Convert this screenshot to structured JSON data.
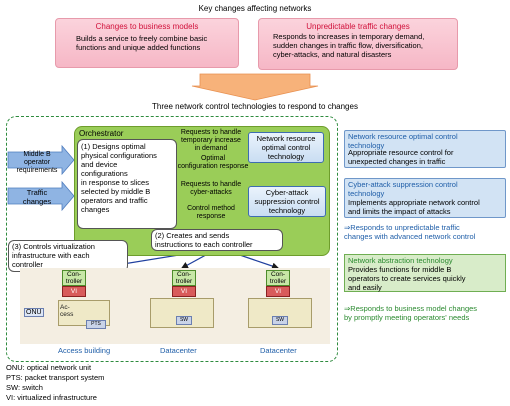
{
  "header": {
    "title": "Key changes affecting networks"
  },
  "changes_business": {
    "title": "Changes to business models",
    "body": "Builds a service to freely combine basic\nfunctions and unique added functions"
  },
  "changes_traffic": {
    "title": "Unpredictable traffic changes",
    "body": "Responds to increases in temporary demand,\nsudden changes in traffic flow, diversification,\ncyber-attacks, and natural disasters"
  },
  "section_title": "Three network control technologies to respond to changes",
  "inputs": {
    "middle_b": "Middle B\noperator\nrequirements",
    "traffic": "Traffic\nchanges"
  },
  "orchestrator": {
    "title": "Orchestrator",
    "step1": "(1) Designs optimal\nphysical configurations\nand device\nconfigurations\nin response to slices\nselected by middle B\noperators and traffic\nchanges",
    "step2": "(2) Creates and sends\ninstructions to each controller",
    "req_temp": "Requests to handle\ntemporary increase\nin demand",
    "resp_config": "Optimal\nconfiguration response",
    "req_cyber": "Requests to handle\ncyber-attacks",
    "resp_control": "Control method\nresponse"
  },
  "tech_resource": "Network resource\noptimal control\ntechnology",
  "tech_cyber": "Cyber-attack\nsuppression control\ntechnology",
  "step3": "(3) Controls virtualization\ninfrastructure with each\ncontroller",
  "side_resource": {
    "title": "Network resource optimal control\ntechnology",
    "body": "Appropriate resource control for\nunexpected changes in traffic"
  },
  "side_cyber": {
    "title": "Cyber-attack suppression control\ntechnology",
    "body": "Implements appropriate network control\nand limits the impact of attacks"
  },
  "note_traffic": "⇒Responds to unpredictable traffic\n   changes with advanced network control",
  "side_abstraction": {
    "title": "Network abstraction technology",
    "body": "Provides functions for middle B\noperators to create services quickly\nand easily"
  },
  "note_business": "⇒Responds to business model changes\n   by promptly meeting operators' needs",
  "infra": {
    "controller": "Con-\ntroller",
    "vi": "VI",
    "onu": "ONU",
    "access": "Ac-\ncess",
    "pts": "PTS",
    "sw": "SW",
    "sites": [
      "Access building",
      "Datacenter",
      "Datacenter"
    ]
  },
  "legend": [
    "ONU: optical network unit",
    "PTS: packet transport system",
    "SW: switch",
    "VI: virtualized infrastructure"
  ]
}
